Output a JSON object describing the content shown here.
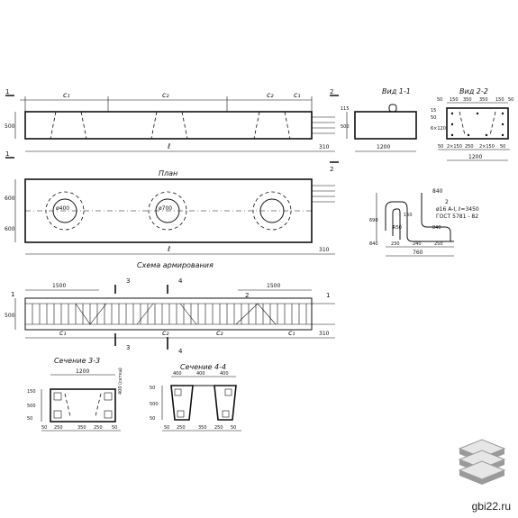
{
  "views": {
    "facade": {
      "dims_top": [
        "c₁",
        "c₂",
        "c₂",
        "c₁"
      ],
      "height_dim": "500",
      "length_dim": "ℓ",
      "end_dim": "310",
      "section_marks": [
        "1",
        "1",
        "2",
        "2"
      ]
    },
    "plan": {
      "title": "План",
      "width_dims": [
        "600",
        "600"
      ],
      "hole_labels": [
        "ø400",
        "ø700"
      ],
      "length_dim": "ℓ",
      "end_dim": "310"
    },
    "reinforcement": {
      "title": "Схема армирования",
      "top_dims": [
        "1500",
        "1500"
      ],
      "height_dim": "500",
      "bottom_dims": [
        "c₁",
        "c₂",
        "c₂",
        "c₁",
        "310"
      ],
      "cut_marks": [
        "3",
        "3",
        "4",
        "4"
      ],
      "callouts": [
        "1",
        "2",
        "1"
      ]
    },
    "view11": {
      "title": "Вид 1-1",
      "height_dim": "500",
      "width_dim": "1200",
      "side_dim": "115"
    },
    "view22": {
      "title": "Вид 2-2",
      "top_dims": [
        "50",
        "150",
        "350",
        "350",
        "150",
        "50"
      ],
      "left_dims": [
        "15",
        "50",
        "6×120"
      ],
      "bottom_dims": [
        "50",
        "2×150",
        "250",
        "2×150",
        "50"
      ],
      "width_dim": "1200"
    },
    "bar_detail": {
      "label_top": "840",
      "callout": "2",
      "spec_lines": [
        "ø16 A-I, ℓ=3450",
        "ГОСТ 5781 - 82"
      ],
      "left_dim": "690",
      "dims": [
        "150",
        "R50",
        "840",
        "840",
        "230",
        "240",
        "250"
      ],
      "bottom_dim": "760"
    },
    "section33": {
      "title": "Сечение 3-3",
      "width_dim": "1200",
      "right_label": "400 (сетка)",
      "left_dims": [
        "150",
        "500",
        "50"
      ],
      "bottom_dims": [
        "50",
        "250",
        "350",
        "250",
        "50"
      ]
    },
    "section44": {
      "title": "Сечение 4-4",
      "top_dims": [
        "400",
        "400",
        "400"
      ],
      "left_dims": [
        "50",
        "500",
        "50"
      ],
      "bottom_dims": [
        "50",
        "250",
        "350",
        "250",
        "50"
      ]
    }
  },
  "brand": {
    "site": "gbi22.ru",
    "logo": "stacked-slabs-logo"
  },
  "colors": {
    "ink": "#111111",
    "paper": "#ffffff",
    "logo_light": "#e6e6e6",
    "logo_dark": "#9a9a9a"
  }
}
